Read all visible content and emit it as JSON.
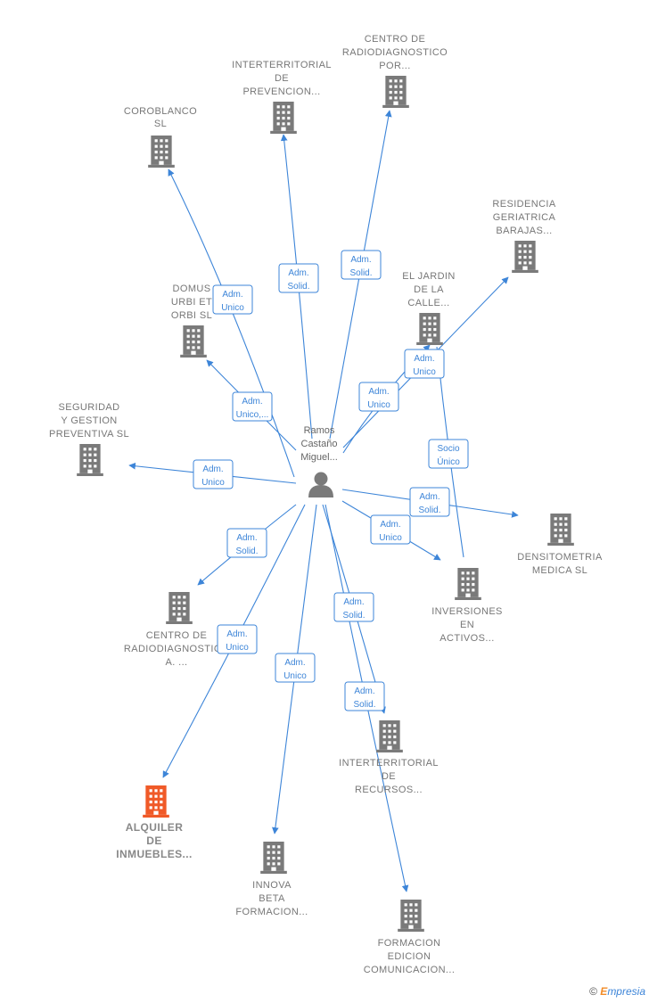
{
  "center": {
    "label_lines": [
      "Ramos",
      "Castaño",
      "Miguel..."
    ],
    "icon": "person-icon"
  },
  "nodes": [
    {
      "id": "coroblanco",
      "lines": [
        "COROBLANCO",
        "SL"
      ],
      "highlight": false
    },
    {
      "id": "interterritorial-prevencion",
      "lines": [
        "INTERTERRITORIAL",
        "DE",
        "PREVENCION..."
      ],
      "highlight": false
    },
    {
      "id": "centro-radiodiagnostico-por",
      "lines": [
        "CENTRO DE",
        "RADIODIAGNOSTICO",
        "POR..."
      ],
      "highlight": false
    },
    {
      "id": "residencia-geriatrica",
      "lines": [
        "RESIDENCIA",
        "GERIATRICA",
        "BARAJAS..."
      ],
      "highlight": false
    },
    {
      "id": "domus-urbi",
      "lines": [
        "DOMUS",
        "URBI ET",
        "ORBI  SL"
      ],
      "highlight": false
    },
    {
      "id": "el-jardin",
      "lines": [
        "EL JARDIN",
        "DE LA",
        "CALLE..."
      ],
      "highlight": false
    },
    {
      "id": "seguridad-gestion",
      "lines": [
        "SEGURIDAD",
        "Y GESTION",
        "PREVENTIVA SL"
      ],
      "highlight": false
    },
    {
      "id": "densitometria",
      "lines": [
        "DENSITOMETRIA",
        "MEDICA SL"
      ],
      "highlight": false
    },
    {
      "id": "inversiones-activos",
      "lines": [
        "INVERSIONES",
        "EN",
        "ACTIVOS..."
      ],
      "highlight": false
    },
    {
      "id": "centro-radiodiagnostico-a",
      "lines": [
        "CENTRO DE",
        "RADIODIAGNOSTICO",
        "A. ..."
      ],
      "highlight": false
    },
    {
      "id": "interterritorial-recursos",
      "lines": [
        "INTERTERRITORIAL",
        "DE",
        "RECURSOS..."
      ],
      "highlight": false
    },
    {
      "id": "alquiler-inmuebles",
      "lines": [
        "ALQUILER",
        "DE",
        "INMUEBLES..."
      ],
      "highlight": true
    },
    {
      "id": "innova-beta",
      "lines": [
        "INNOVA",
        "BETA",
        "FORMACION..."
      ],
      "highlight": false
    },
    {
      "id": "formacion-edicion",
      "lines": [
        "FORMACION",
        "EDICION",
        "COMUNICACION..."
      ],
      "highlight": false
    }
  ],
  "edges": [
    {
      "target": "coroblanco",
      "label": [
        "Adm.",
        "Unico"
      ]
    },
    {
      "target": "interterritorial-prevencion",
      "label": [
        "Adm.",
        "Solid."
      ]
    },
    {
      "target": "centro-radiodiagnostico-por",
      "label": [
        "Adm.",
        "Solid."
      ]
    },
    {
      "target": "residencia-geriatrica",
      "label": [
        "Adm.",
        "Unico"
      ]
    },
    {
      "target": "domus-urbi",
      "label": [
        "Adm.",
        "Unico,..."
      ]
    },
    {
      "target": "el-jardin",
      "label": [
        "Adm.",
        "Unico"
      ]
    },
    {
      "target": "seguridad-gestion",
      "label": [
        "Adm.",
        "Unico"
      ]
    },
    {
      "target": "densitometria",
      "label": [
        "Adm.",
        "Solid."
      ]
    },
    {
      "target": "inversiones-activos",
      "label": [
        "Adm.",
        "Unico"
      ]
    },
    {
      "target": "centro-radiodiagnostico-a",
      "label": [
        "Adm.",
        "Solid."
      ]
    },
    {
      "target": "interterritorial-recursos",
      "label": [
        "Adm.",
        "Solid."
      ]
    },
    {
      "target": "alquiler-inmuebles",
      "label": [
        "Adm.",
        "Unico"
      ]
    },
    {
      "target": "innova-beta",
      "label": [
        "Adm.",
        "Unico"
      ]
    },
    {
      "target": "formacion-edicion",
      "label": [
        "Adm.",
        "Solid."
      ]
    },
    {
      "source": "inversiones-activos",
      "target": "el-jardin",
      "label": [
        "Socio",
        "Único"
      ]
    }
  ],
  "colors": {
    "edge": "#3d85d8",
    "building": "#7a7a7a",
    "building_highlight": "#f05a28",
    "label": "#777777"
  },
  "footer": {
    "copyright": "©",
    "brand_initial": "E",
    "brand_rest": "mpresia"
  }
}
